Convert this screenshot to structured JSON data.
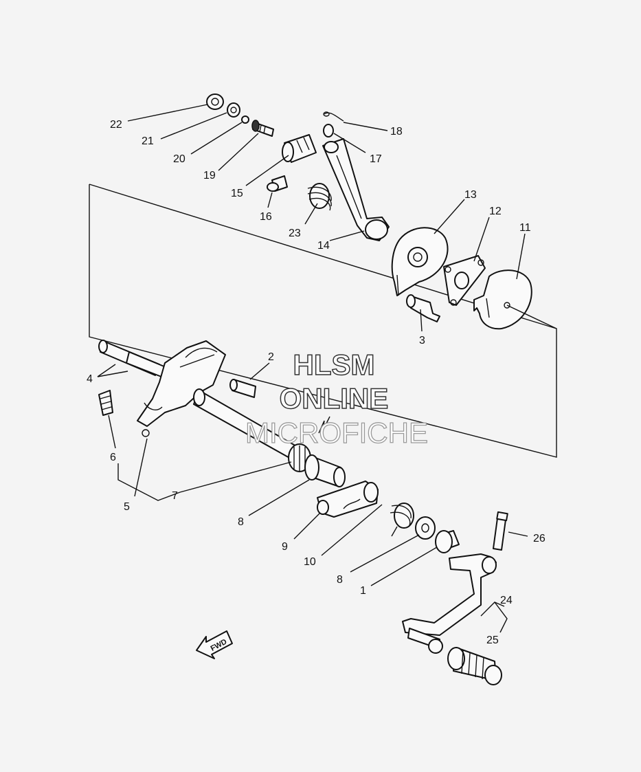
{
  "labels": {
    "p1": "1",
    "p2": "2",
    "p3": "3",
    "p4": "4",
    "p5": "5",
    "p6": "6",
    "p7": "7",
    "p8a": "8",
    "p8b": "8",
    "p9": "9",
    "p10": "10",
    "p11": "11",
    "p12": "12",
    "p13": "13",
    "p14": "14",
    "p15": "15",
    "p16": "16",
    "p17": "17",
    "p18": "18",
    "p19": "19",
    "p20": "20",
    "p21": "21",
    "p22": "22",
    "p23": "23",
    "p24": "24",
    "p25": "25",
    "p26": "26"
  },
  "watermark": {
    "line1": "HLSM",
    "line2": "ONLINE",
    "line3": "MICROFICHE"
  },
  "fwd_marker": "FWD"
}
